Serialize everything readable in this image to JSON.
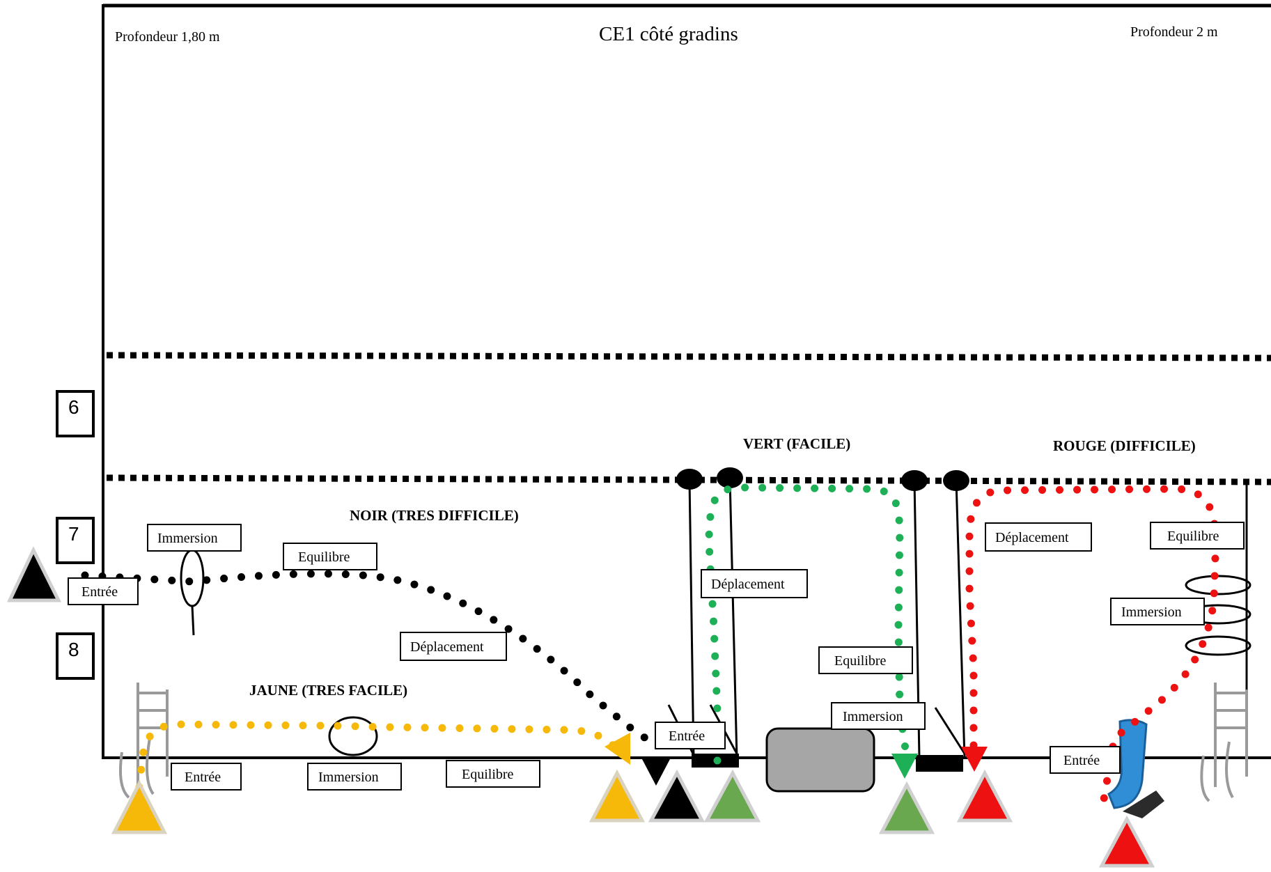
{
  "header": {
    "title": "CE1  côté gradins",
    "depth_left": "Profondeur 1,80 m",
    "depth_right": "Profondeur 2 m"
  },
  "lanes": [
    "6",
    "7",
    "8"
  ],
  "courses": {
    "noir": {
      "name": "NOIR (TRES DIFFICILE)",
      "color": "#000000"
    },
    "vert": {
      "name": "VERT (FACILE)",
      "color": "#1db056"
    },
    "rouge": {
      "name": "ROUGE (DIFFICILE)",
      "color": "#ee1111"
    },
    "jaune": {
      "name": "JAUNE (TRES FACILE)",
      "color": "#f6b90a"
    }
  },
  "labels": {
    "noir_entree": "Entrée",
    "noir_immersion": "Immersion",
    "noir_equilibre": "Equilibre",
    "noir_deplacement": "Déplacement",
    "jaune_entree": "Entrée",
    "jaune_immersion": "Immersion",
    "jaune_equilibre": "Equilibre",
    "vert_entree": "Entrée",
    "vert_deplacement": "Déplacement",
    "vert_equilibre": "Equilibre",
    "vert_immersion": "Immersion",
    "rouge_deplacement": "Déplacement",
    "rouge_equilibre": "Equilibre",
    "rouge_immersion": "Immersion",
    "rouge_entree": "Entrée"
  },
  "markers": {
    "yellow": "#f6b90a",
    "black": "#000000",
    "green": "#6aa84f",
    "red": "#ee1111"
  },
  "icons": [
    "ladder-icon",
    "slide-icon",
    "mat-icon",
    "hoop-icon",
    "buoy-icon"
  ]
}
